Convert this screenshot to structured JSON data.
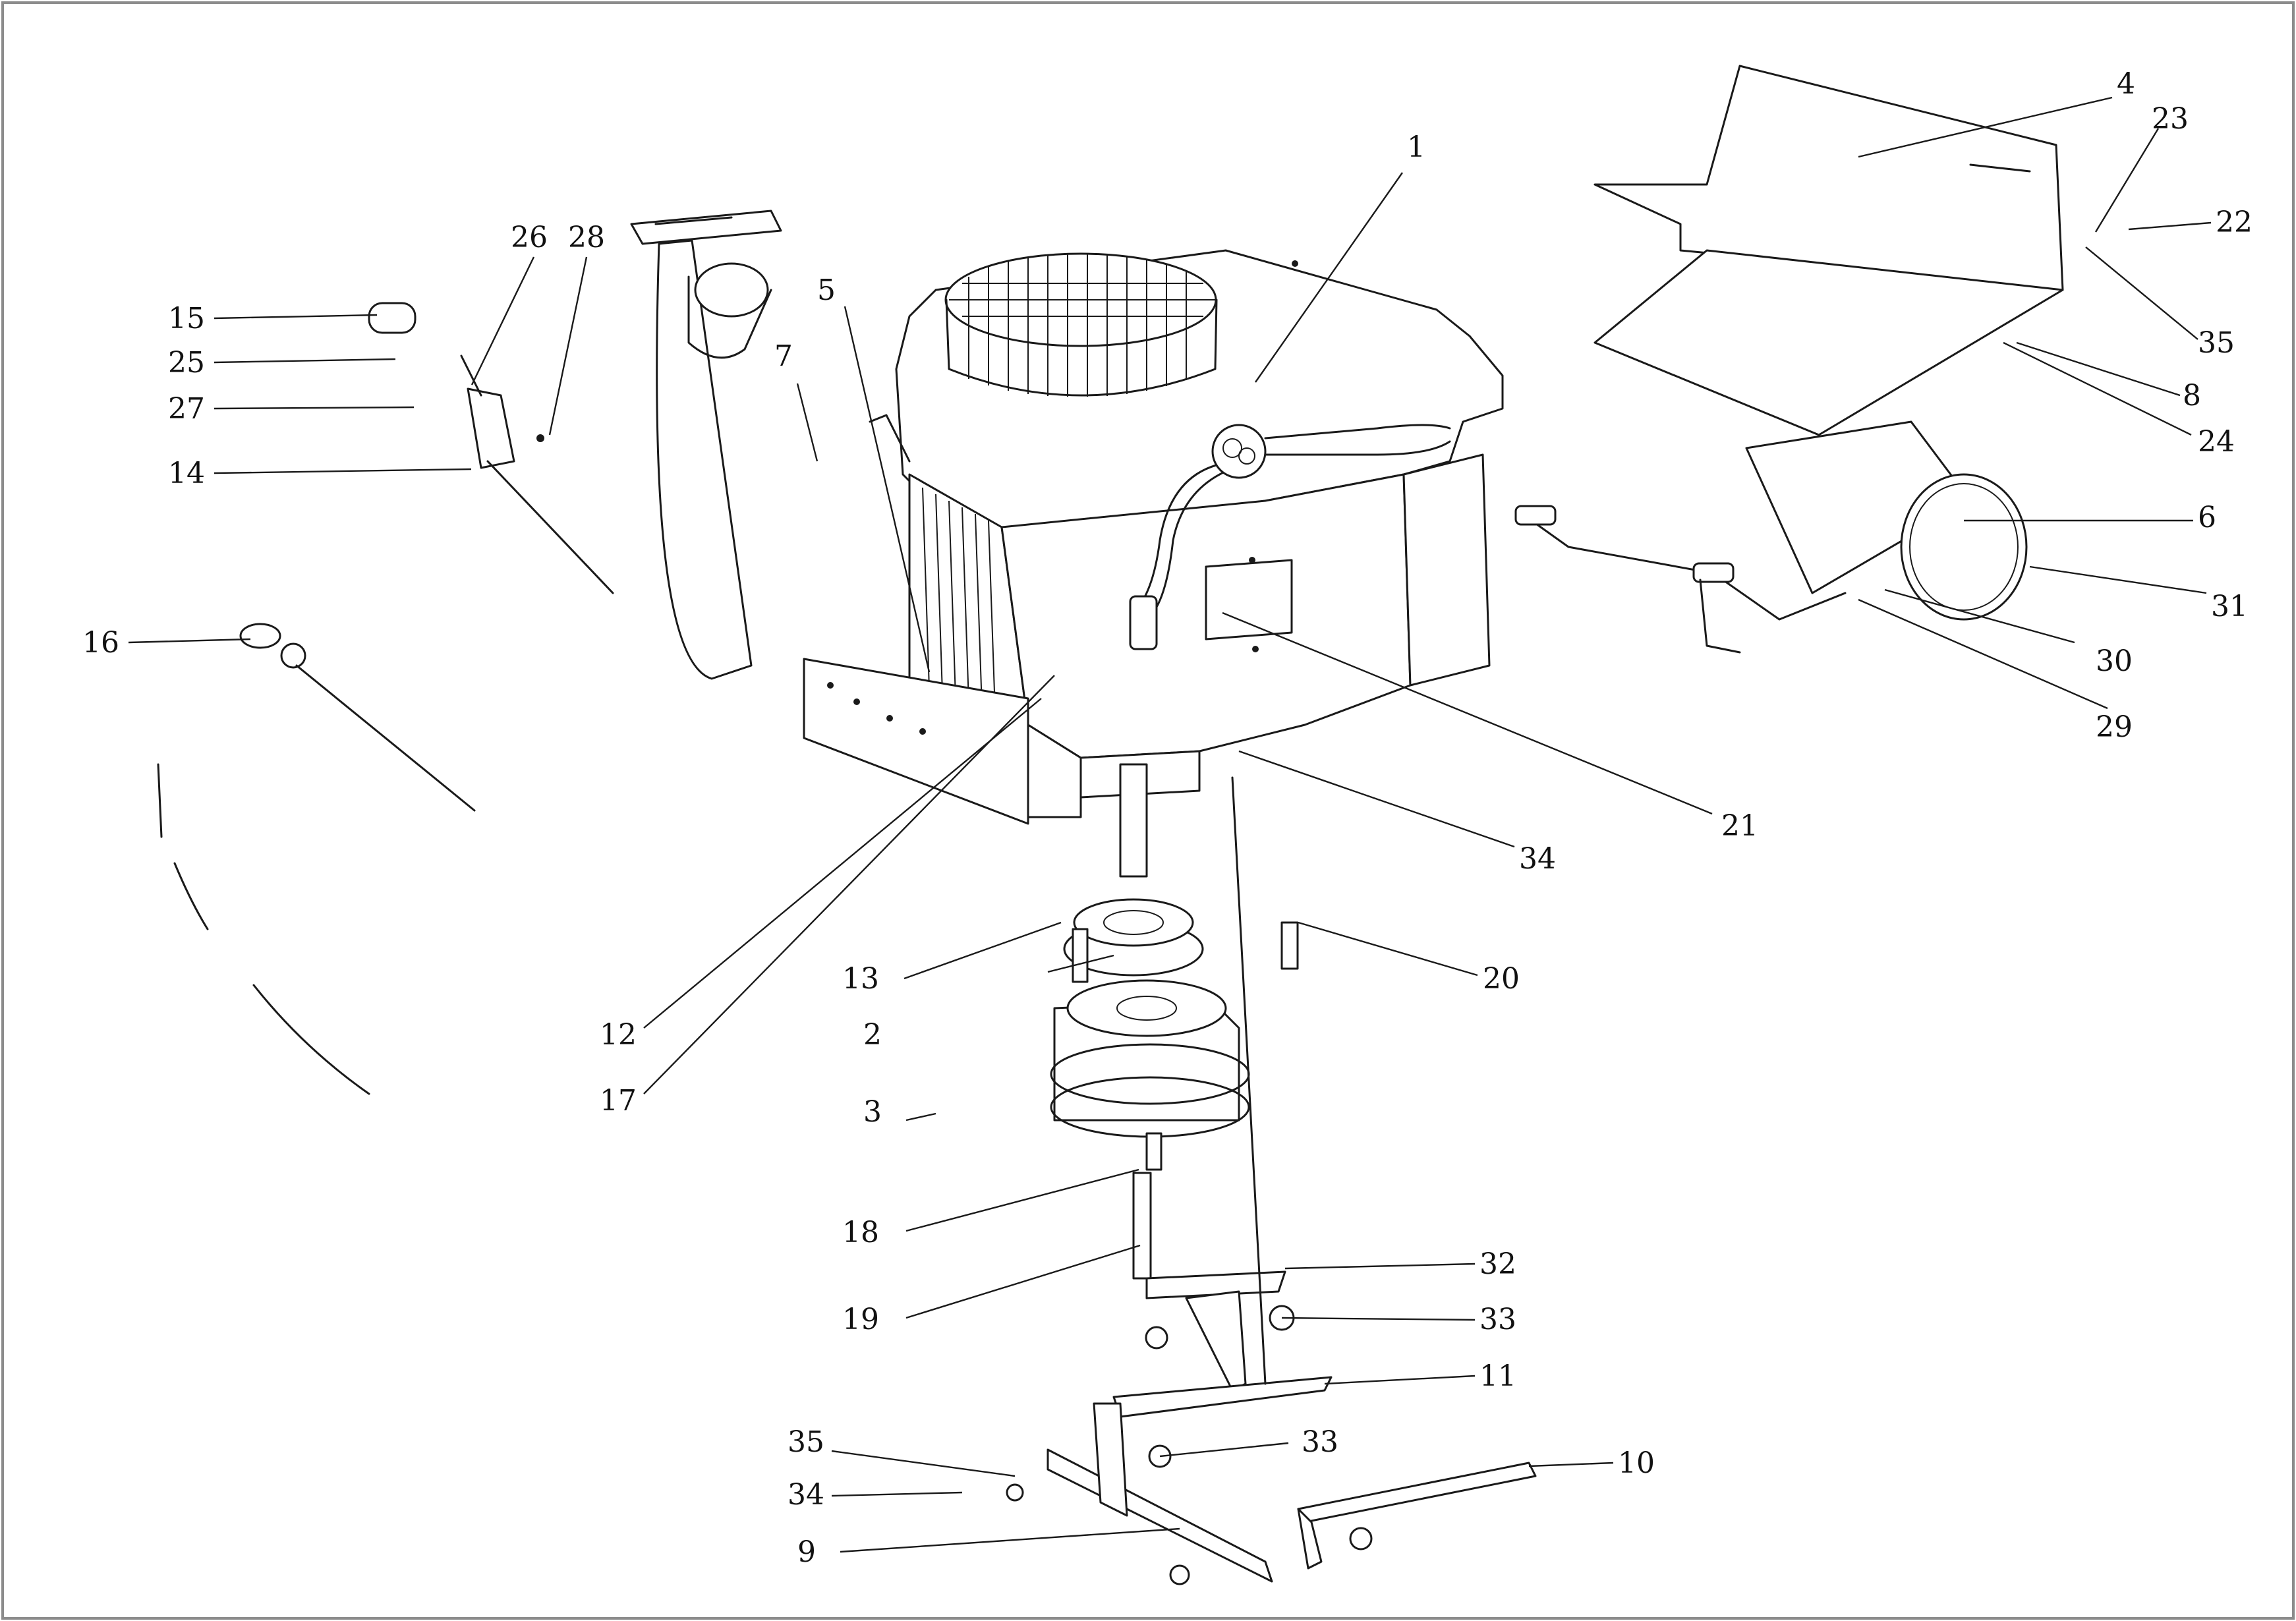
{
  "diagram": {
    "border_color": "#8c8c8c",
    "line_color": "#1a1a1a",
    "callouts": [
      {
        "id": "1",
        "label": "1"
      },
      {
        "id": "2",
        "label": "2"
      },
      {
        "id": "3",
        "label": "3"
      },
      {
        "id": "4",
        "label": "4"
      },
      {
        "id": "5",
        "label": "5"
      },
      {
        "id": "6",
        "label": "6"
      },
      {
        "id": "7",
        "label": "7"
      },
      {
        "id": "8",
        "label": "8"
      },
      {
        "id": "9",
        "label": "9"
      },
      {
        "id": "10",
        "label": "10"
      },
      {
        "id": "11",
        "label": "11"
      },
      {
        "id": "12",
        "label": "12"
      },
      {
        "id": "13",
        "label": "13"
      },
      {
        "id": "14",
        "label": "14"
      },
      {
        "id": "15",
        "label": "15"
      },
      {
        "id": "16",
        "label": "16"
      },
      {
        "id": "17",
        "label": "17"
      },
      {
        "id": "18",
        "label": "18"
      },
      {
        "id": "19",
        "label": "19"
      },
      {
        "id": "20",
        "label": "20"
      },
      {
        "id": "21",
        "label": "21"
      },
      {
        "id": "22",
        "label": "22"
      },
      {
        "id": "23",
        "label": "23"
      },
      {
        "id": "24",
        "label": "24"
      },
      {
        "id": "25",
        "label": "25"
      },
      {
        "id": "26",
        "label": "26"
      },
      {
        "id": "27",
        "label": "27"
      },
      {
        "id": "28",
        "label": "28"
      },
      {
        "id": "29",
        "label": "29"
      },
      {
        "id": "30",
        "label": "30"
      },
      {
        "id": "31",
        "label": "31"
      },
      {
        "id": "32",
        "label": "32"
      },
      {
        "id": "33a",
        "label": "33"
      },
      {
        "id": "33b",
        "label": "33"
      },
      {
        "id": "34a",
        "label": "34"
      },
      {
        "id": "34b",
        "label": "34"
      },
      {
        "id": "35a",
        "label": "35"
      },
      {
        "id": "35b",
        "label": "35"
      }
    ]
  }
}
